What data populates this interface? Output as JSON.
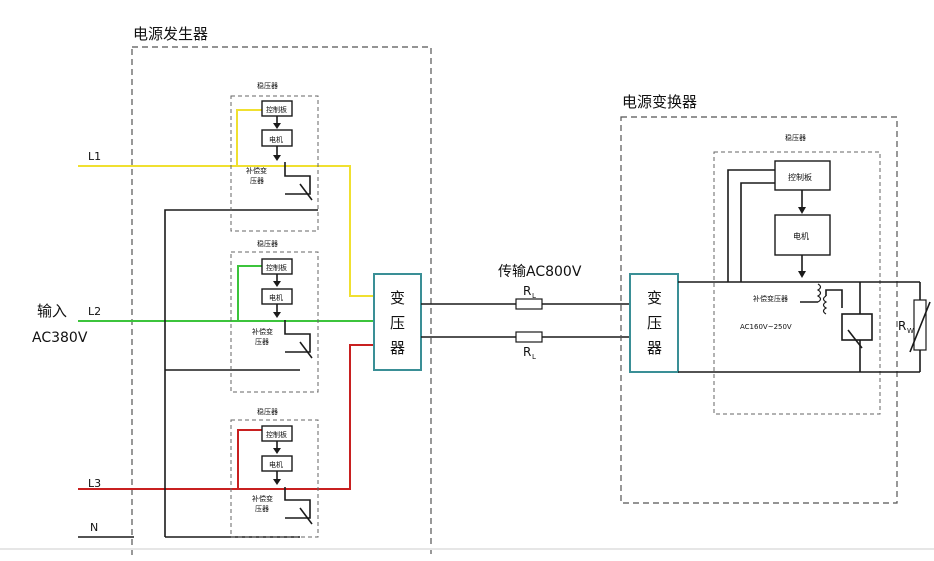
{
  "generator": {
    "title": "电源发生器",
    "input_label": "输入",
    "input_voltage": "AC380V",
    "lines": {
      "l1": "L1",
      "l2": "L2",
      "l3": "L3",
      "n": "N"
    },
    "units": [
      {
        "title": "稳压器",
        "control_board": "控制板",
        "motor": "电机",
        "comp_transformer": "补偿变\n压器"
      },
      {
        "title": "稳压器",
        "control_board": "控制板",
        "motor": "电机",
        "comp_transformer": "补偿变\n压器"
      },
      {
        "title": "稳压器",
        "control_board": "控制板",
        "motor": "电机",
        "comp_transformer": "补偿变\n压器"
      }
    ],
    "transformer": "变\n压\n器",
    "wire_colors": {
      "l1": "#f0e030",
      "l2": "#3cc43c",
      "l3": "#c82020"
    }
  },
  "transmission": {
    "label": "传输AC800V",
    "resistor": "R",
    "resistor_sub": "L"
  },
  "converter": {
    "title": "电源变换器",
    "transformer": "变\n压\n器",
    "regulator": {
      "title": "稳压器",
      "control_board": "控制板",
      "motor": "电机",
      "comp_transformer": "补偿变压器",
      "range": "AC160V~250V"
    },
    "load": "R",
    "load_sub": "W"
  }
}
